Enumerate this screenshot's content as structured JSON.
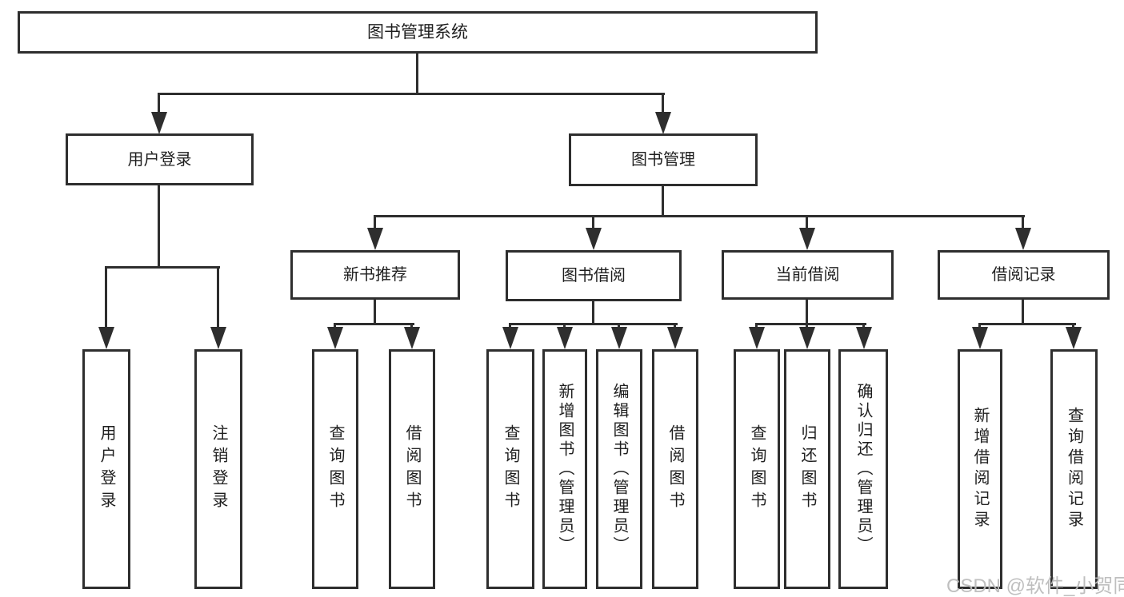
{
  "diagram_title": "图书管理系统",
  "watermark": "CSDN @软件_小贺同学",
  "colors": {
    "line": "#2e2e2e",
    "text": "#1f1f1f",
    "watermark": "#bcbcbc",
    "bg": "#ffffff"
  },
  "nodes": {
    "root": {
      "label": "图书管理系统"
    },
    "user_login": {
      "label": "用户登录"
    },
    "book_mgmt": {
      "label": "图书管理"
    },
    "new_book": {
      "label": "新书推荐"
    },
    "book_borrow": {
      "label": "图书借阅"
    },
    "current_borrow": {
      "label": "当前借阅"
    },
    "borrow_record": {
      "label": "借阅记录"
    },
    "leaf_user_login": {
      "label": "用户登录"
    },
    "leaf_logout": {
      "label": "注销登录"
    },
    "leaf_nb_query": {
      "label": "查询图书"
    },
    "leaf_nb_borrow": {
      "label": "借阅图书"
    },
    "leaf_bb_query": {
      "label": "查询图书"
    },
    "leaf_bb_add": {
      "label": "新增图书（管理员）"
    },
    "leaf_bb_edit": {
      "label": "编辑图书（管理员）"
    },
    "leaf_bb_borrow": {
      "label": "借阅图书"
    },
    "leaf_cb_query": {
      "label": "查询图书"
    },
    "leaf_cb_return": {
      "label": "归还图书"
    },
    "leaf_cb_confirm": {
      "label": "确认归还（管理员）"
    },
    "leaf_br_add": {
      "label": "新增借阅记录"
    },
    "leaf_br_query": {
      "label": "查询借阅记录"
    }
  },
  "hierarchy": {
    "图书管理系统": {
      "用户登录": [
        "用户登录",
        "注销登录"
      ],
      "图书管理": {
        "新书推荐": [
          "查询图书",
          "借阅图书"
        ],
        "图书借阅": [
          "查询图书",
          "新增图书（管理员）",
          "编辑图书（管理员）",
          "借阅图书"
        ],
        "当前借阅": [
          "查询图书",
          "归还图书",
          "确认归还（管理员）"
        ],
        "借阅记录": [
          "新增借阅记录",
          "查询借阅记录"
        ]
      }
    }
  }
}
